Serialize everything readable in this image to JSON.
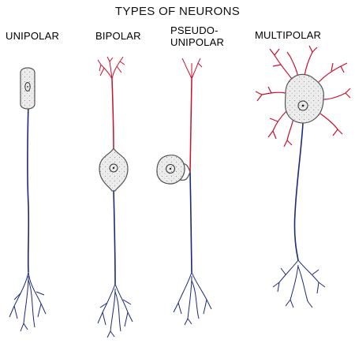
{
  "title": "TYPES OF NEURONS",
  "labels": {
    "unipolar": "UNIPOLAR",
    "bipolar": "BIPOLAR",
    "pseudo_line1": "PSEUDO-",
    "pseudo_line2": "UNIPOLAR",
    "multipolar": "MULTIPOLAR"
  },
  "colors": {
    "axon": "#1b2a7a",
    "dendrite": "#c8102e",
    "membrane": "#555555",
    "cell_fill": "#e9e9e9"
  }
}
